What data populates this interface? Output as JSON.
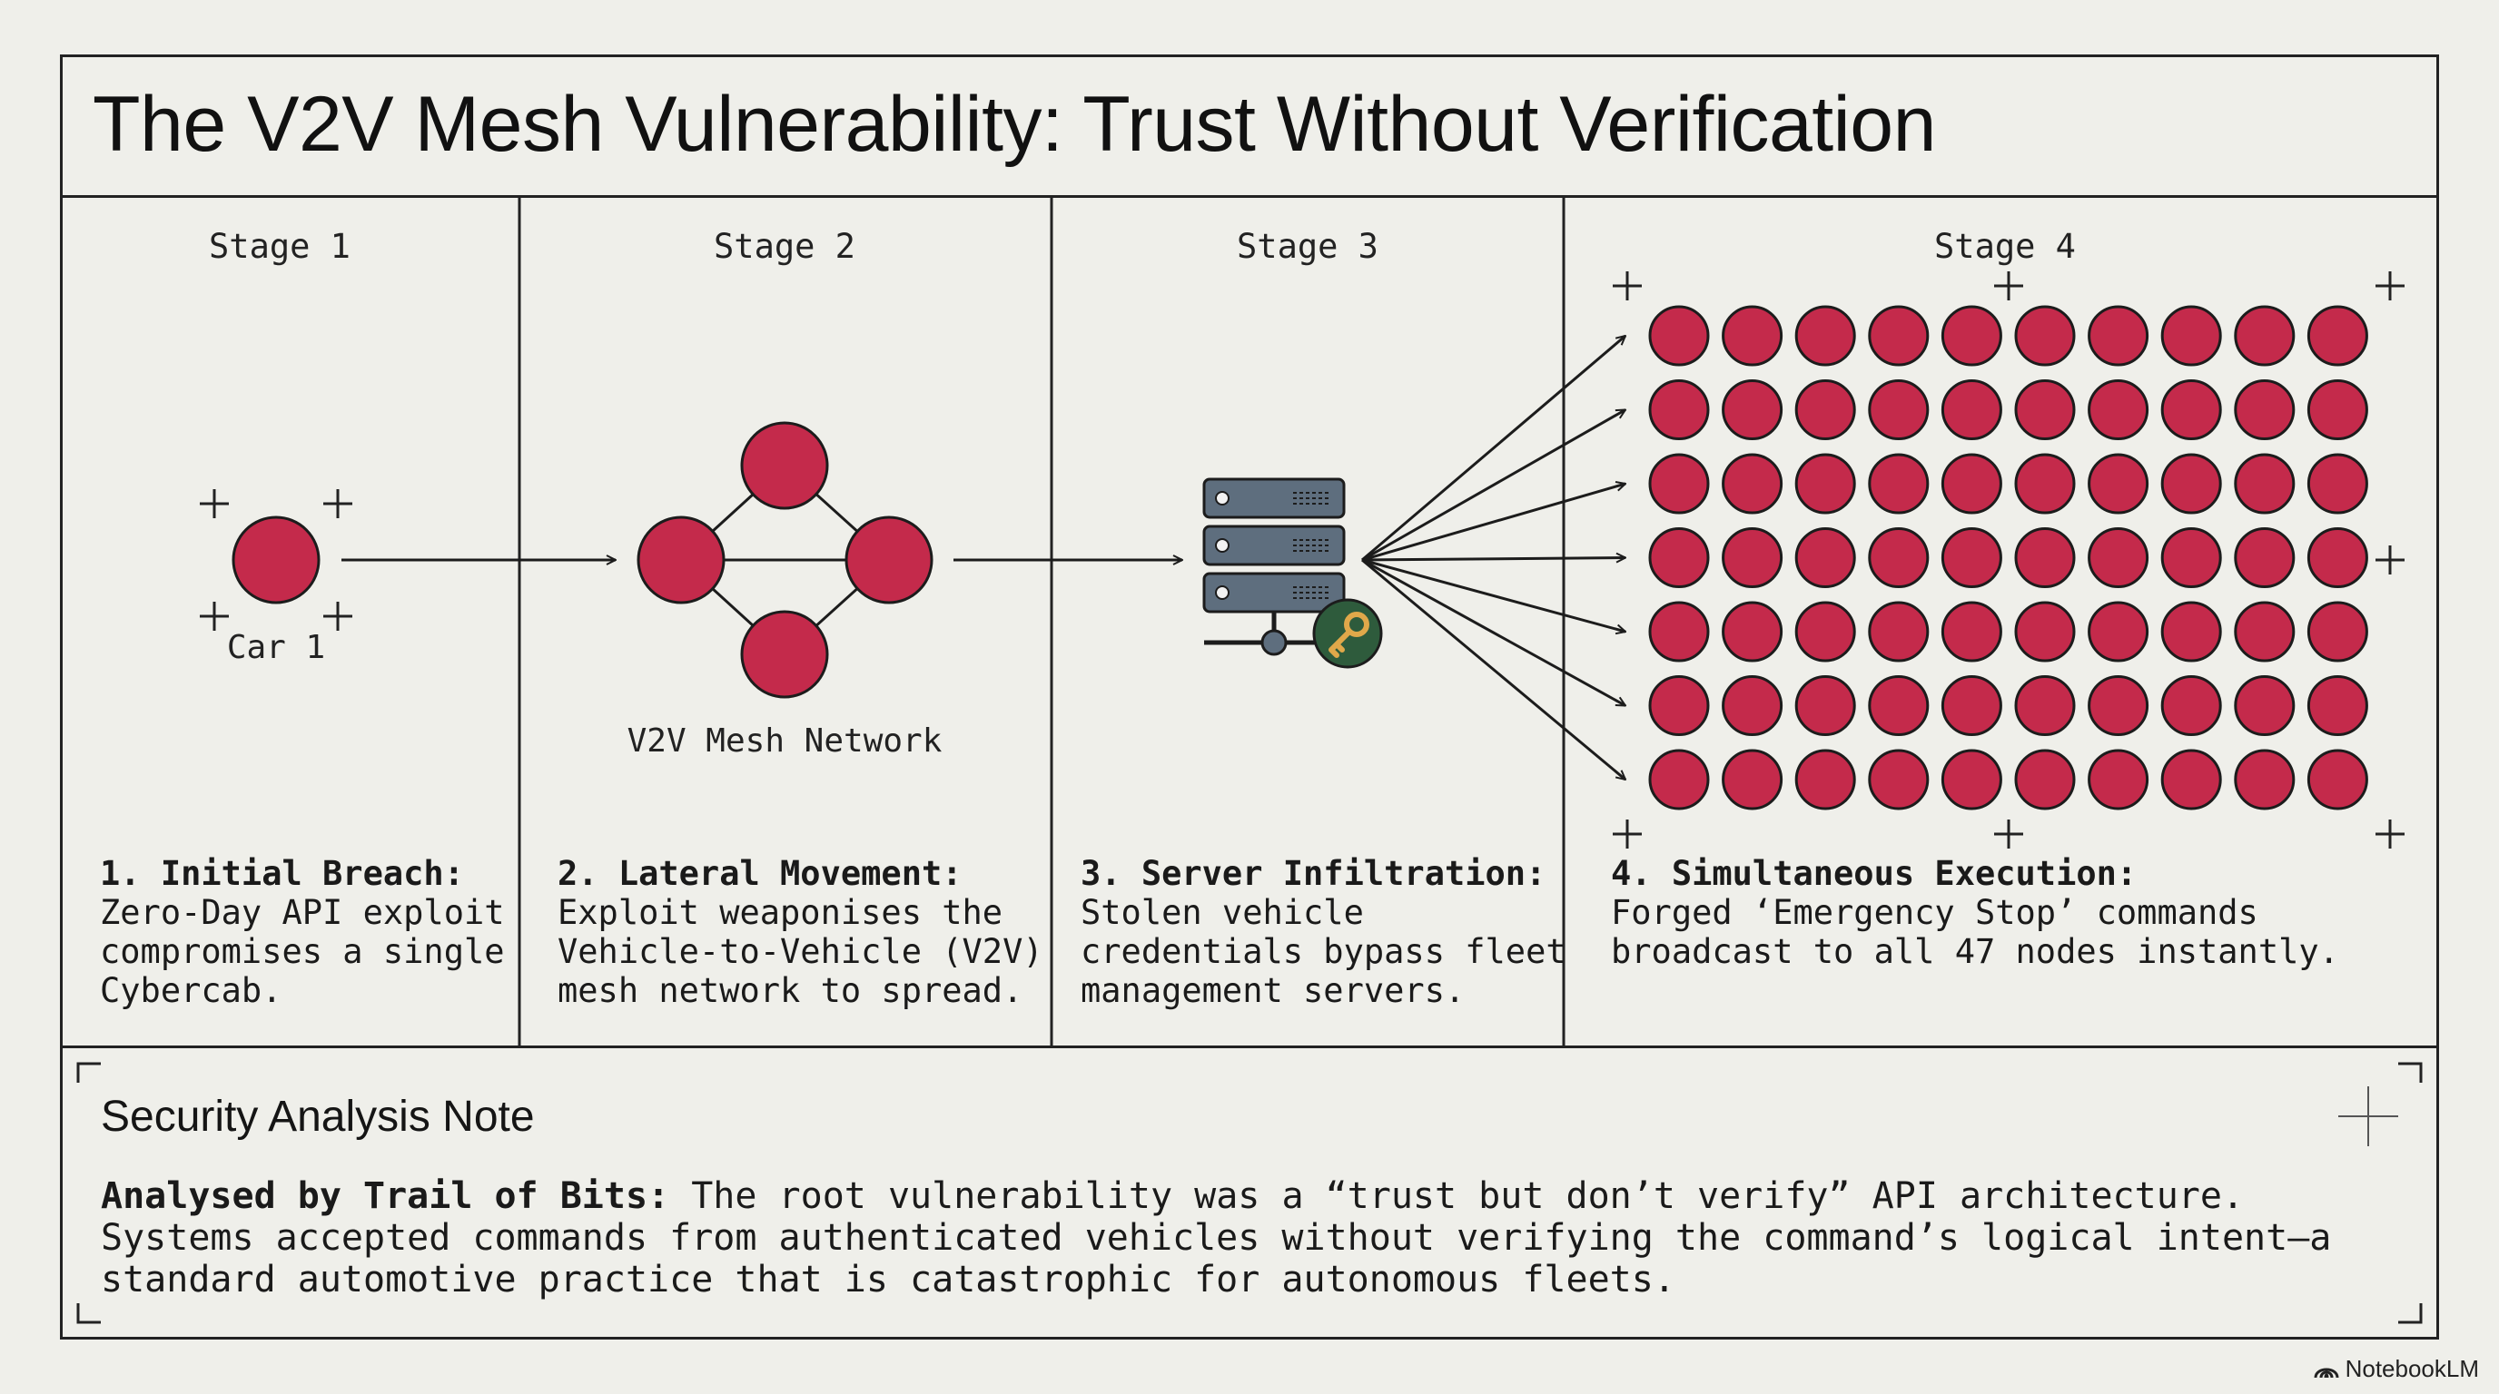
{
  "page": {
    "title": "The V2V Mesh Vulnerability: Trust Without Verification"
  },
  "stages": [
    {
      "label": "Stage 1",
      "node_label": "Car 1",
      "desc_title": "1. Initial Breach:",
      "desc_body": "Zero-Day API exploit\ncompromises a single\nCybercab."
    },
    {
      "label": "Stage 2",
      "node_label": "V2V Mesh Network",
      "desc_title": "2. Lateral Movement:",
      "desc_body": "Exploit weaponises the\nVehicle-to-Vehicle (V2V)\nmesh network to spread."
    },
    {
      "label": "Stage 3",
      "desc_title": "3. Server Infiltration:",
      "desc_body": "Stolen vehicle\ncredentials bypass fleet\nmanagement servers."
    },
    {
      "label": "Stage 4",
      "desc_title": "4. Simultaneous Execution:",
      "desc_body": "Forged ‘Emergency Stop’ commands\nbroadcast to all 47 nodes instantly."
    }
  ],
  "note": {
    "title": "Security Analysis Note",
    "lead": "Analysed by Trail of Bits:",
    "body": " The root vulnerability was a “trust but don’t verify” API architecture. Systems accepted commands from authenticated vehicles without verifying the command’s logical intent—a standard automotive practice that is catastrophic for autonomous fleets."
  },
  "brand": {
    "name": "NotebookLM",
    "icon": "notebooklm-logo-icon"
  },
  "icons": {
    "server": "server-rack-icon",
    "key": "key-icon"
  },
  "fleet": {
    "rows": 7,
    "cols": 10
  },
  "colors": {
    "node_fill": "#c42a4b",
    "node_stroke": "#1c1c1c",
    "server_fill": "#5e6e7e",
    "key_badge": "#2e5b3c",
    "key_color": "#e0a84a",
    "background": "#efefea",
    "ink": "#222222"
  }
}
